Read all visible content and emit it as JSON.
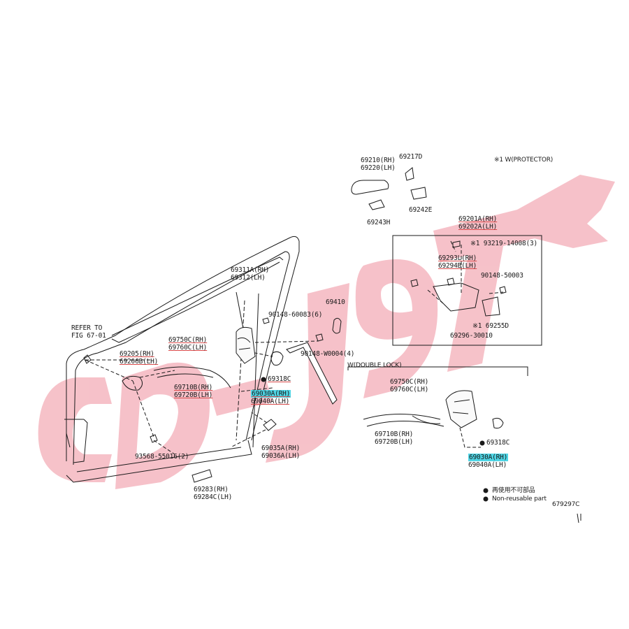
{
  "watermark": {
    "color": "#f5b7c0"
  },
  "refer": {
    "line1": "REFER TO",
    "line2": "FIG 67-01"
  },
  "labels": {
    "p69210": "69210(RH)",
    "p69220": "69220(LH)",
    "p69217D": "69217D",
    "p69243H": "69243H",
    "p69242E": "69242E",
    "protector": "※1 W(PROTECTOR)",
    "p69201A": "69201A(RH)",
    "p69202A": "69202A(LH)",
    "p93219": "※1 93219-14008(3)",
    "p69293L": "69293L(RH)",
    "p69294B": "69294B(LH)",
    "p90148_50003": "90148-50003",
    "p69255D": "※1 69255D",
    "p69296": "69296-30010",
    "p69311A": "69311A(RH)",
    "p69312": "69312(LH)",
    "p90148_60083": "90148-60083(6)",
    "p69410": "69410",
    "p90148_W0004": "90148-W0004(4)",
    "p69750C": "69750C(RH)",
    "p69760C": "69760C(LH)",
    "p69205": "69205(RH)",
    "p69206B": "69206B(LH)",
    "p69710B": "69710B(RH)",
    "p69720B": "69720B(LH)",
    "p69318C": "69318C",
    "p69030A": "69030A(RH)",
    "p69040A": "69040A(LH)",
    "p93568": "93568-55016(2)",
    "p69035A": "69035A(RH)",
    "p69036A": "69036A(LH)",
    "p69283": "69283(RH)",
    "p69284C": "69284C(LH)",
    "wdouble": "W(DOUBLE LOCK)",
    "w69750C": "69750C(RH)",
    "w69760C": "69760C(LH)",
    "w69710B": "69710B(RH)",
    "w69720B": "69720B(LH)",
    "w69318C": "69318C",
    "w69030A": "69030A(RH)",
    "w69040A": "69040A(LH)"
  },
  "legend": {
    "jp": "再使用不可部品",
    "en": "Non-reusable part",
    "code": "679297C"
  }
}
